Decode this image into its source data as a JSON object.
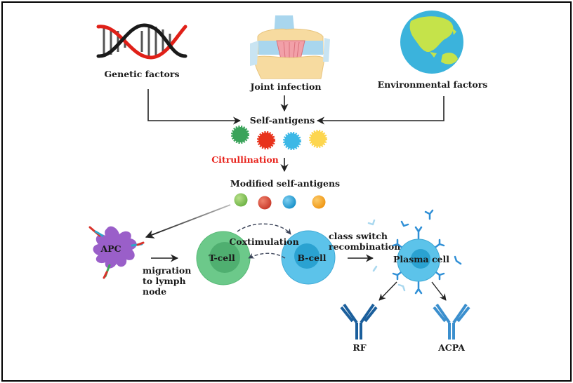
{
  "diagram": {
    "title": "",
    "sources": {
      "genetic": "Genetic factors",
      "joint": "Joint infection",
      "environmental": "Environmental factors"
    },
    "self_antigens": "Self-antigens",
    "citrullination": "Citrullination",
    "modified_self_antigens": "Modified self-antigens",
    "apc": "APC",
    "migration": [
      "migration",
      "to lymph",
      "node"
    ],
    "tcell": "T-cell",
    "bcell": "B-cell",
    "costimulation": "Coxtimulation",
    "class_switch": [
      "class switch",
      "recombination"
    ],
    "plasma_cell": "Plasma cell",
    "outputs": {
      "rf": "RF",
      "acpa": "ACPA"
    },
    "colors": {
      "antigen_green": "#3aa35a",
      "antigen_red": "#e8331c",
      "antigen_blue": "#3db8e6",
      "antigen_yellow": "#fdd64f",
      "modified_green": "#7cc04f",
      "modified_red": "#d9452e",
      "modified_blue": "#1e9fd8",
      "modified_orange": "#f6a21c",
      "apc_purple": "#9a5fc9",
      "tcell": "#6cc98a",
      "tcell_core": "#4faf70",
      "bcell": "#5cc3ea",
      "bcell_core": "#2aa2d1",
      "rf_antibody": "#1b5f9c",
      "acpa_antibody": "#3b8fce",
      "citrullination_text": "#e8231c"
    }
  }
}
